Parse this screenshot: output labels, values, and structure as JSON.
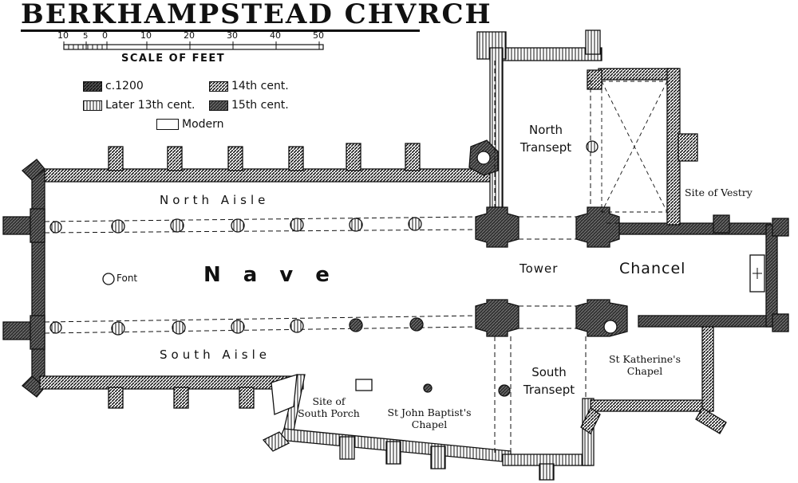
{
  "title": "BERKHAMPSTEAD CHVRCH",
  "scale": {
    "caption": "SCALE OF FEET",
    "ticks": [
      "10",
      "5",
      "0",
      "10",
      "20",
      "30",
      "40",
      "50"
    ]
  },
  "legend": [
    {
      "label": "c.1200",
      "pattern": "c1200"
    },
    {
      "label": "14th cent.",
      "pattern": "c14"
    },
    {
      "label": "Later 13th cent.",
      "pattern": "l13"
    },
    {
      "label": "15th cent.",
      "pattern": "c15"
    },
    {
      "label": "Modern",
      "pattern": "modern"
    }
  ],
  "labels": {
    "north_aisle": "North Aisle",
    "south_aisle": "South Aisle",
    "nave": "Nave",
    "font": "Font",
    "tower": "Tower",
    "chancel": "Chancel",
    "north_transept_1": "North",
    "north_transept_2": "Transept",
    "south_transept_1": "South",
    "south_transept_2": "Transept",
    "site_of_vestry": "Site of Vestry",
    "st_katherine_1": "St Katherine's",
    "st_katherine_2": "Chapel",
    "site_of_south_porch_1": "Site of",
    "site_of_south_porch_2": "South Porch",
    "st_john_1": "St John Baptist's",
    "st_john_2": "Chapel"
  },
  "colors": {
    "ink": "#111111",
    "paper": "#ffffff"
  }
}
